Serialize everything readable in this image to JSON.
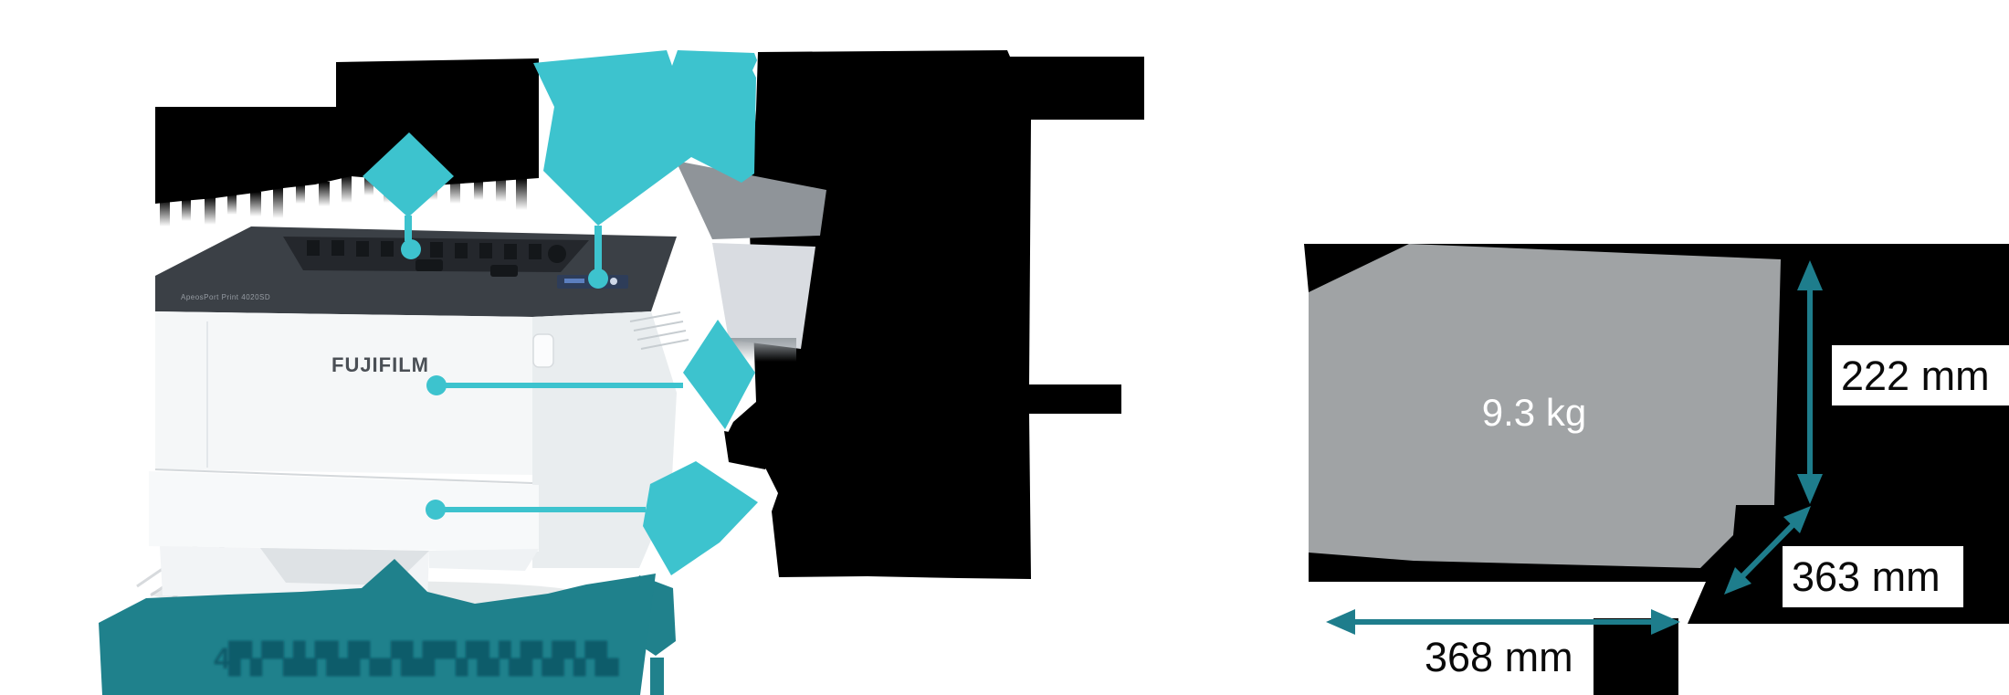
{
  "printer": {
    "brand_logo": "FUJIFILM",
    "model_label": "ApeosPort Print 4020SD"
  },
  "banner": {
    "garbled_text": "4▛▞▚▙▜▟▚▞▙▛▚▜▞▟▚▛▞▙"
  },
  "dimensions": {
    "weight": "9.3 kg",
    "height": "222 mm",
    "depth": "363 mm",
    "width": "368 mm"
  },
  "colors": {
    "accent_teal": "#3DC3CE",
    "dark_teal_arrow": "#1E7D8C",
    "banner_teal": "#1F818C",
    "printer_dark_top": "#3B4046",
    "box_gray": "#A0A3A5",
    "garbled_black": "#000000"
  }
}
